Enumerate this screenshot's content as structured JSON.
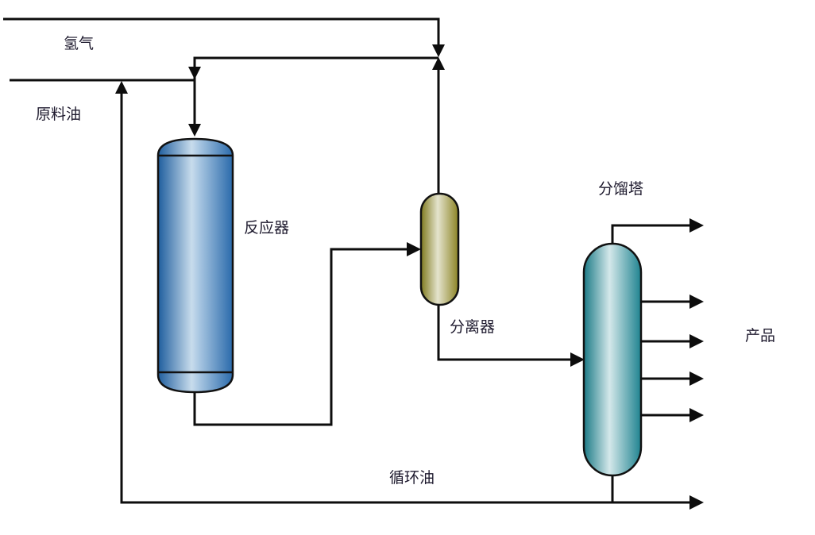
{
  "title": "加氢裂化工艺流程示意图",
  "labels": {
    "hydrogen": "氢气",
    "feed_oil": "原料油",
    "reactor": "反应器",
    "separator": "分离器",
    "fractionator": "分馏塔",
    "products": "产品",
    "recycle_oil": "循环油"
  },
  "colors": {
    "reactor": "#3a7fc0",
    "separator": "#a39a35",
    "fractionator": "#2a8f9a",
    "line": "#0d0d0d"
  },
  "streams": [
    {
      "from": "hydrogen",
      "to": "separator-top-junction"
    },
    {
      "from": "separator",
      "to": "reactor",
      "via": "recycle hydrogen"
    },
    {
      "from": "feed_oil",
      "to": "reactor"
    },
    {
      "from": "reactor",
      "to": "separator"
    },
    {
      "from": "separator",
      "to": "fractionator"
    },
    {
      "from": "fractionator",
      "to": "products",
      "count": 5
    },
    {
      "from": "fractionator",
      "to": "recycle_oil"
    }
  ]
}
